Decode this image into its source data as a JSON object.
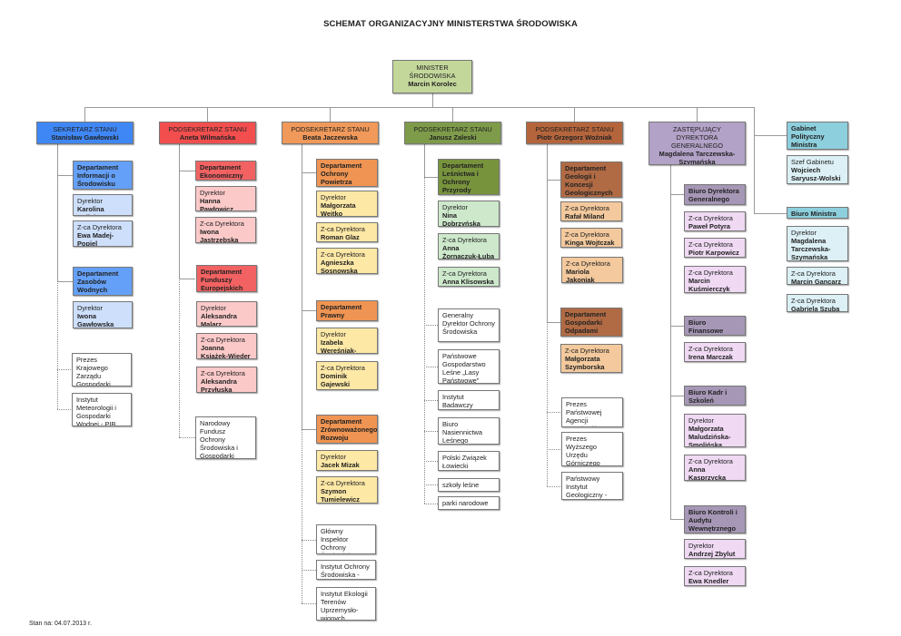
{
  "title": "SCHEMAT ORGANIZACYJNY MINISTERSTWA ŚRODOWISKA",
  "footer": "Stan na: 04.07.2013 r.",
  "colors": {
    "blue": "#3f87f5",
    "red": "#f24e4e",
    "orange": "#f0995a",
    "green": "#7e9b4a",
    "brown": "#b5653c",
    "purple": "#b3a2c7",
    "teal": "#8dcfdc",
    "minister": "#c4d79b"
  },
  "minister": {
    "light": "MINISTER ŚRODOWISKA",
    "bold": "Marcin Korolec"
  },
  "col1": [
    {
      "light": "SEKRETARZ STANU",
      "bold": "Stanisław Gawłowski"
    },
    {
      "bold": "Departament Informacji o Środowisku"
    },
    {
      "light": "Dyrektor",
      "bold": "Karolina Kulicka"
    },
    {
      "light": "Z-ca Dyrektora",
      "bold": "Ewa Madej-Popiel"
    },
    {
      "bold": "Departament Zasobów Wodnych"
    },
    {
      "light": "Dyrektor",
      "bold": "Iwona Gawłowska"
    },
    {
      "light": "Prezes Krajowego Zarządu Gospodarki Wodnej"
    },
    {
      "light": "Instytut Meteorologii i Gospodarki Wodnej - PIB"
    }
  ],
  "col2": [
    {
      "light": "PODSEKRETARZ STANU",
      "bold": "Aneta Wilmańska"
    },
    {
      "bold": "Departament Ekonomiczny"
    },
    {
      "light": "Dyrektor",
      "bold": "Hanna Pawłowicz"
    },
    {
      "light": "Z-ca Dyrektora",
      "bold": "Iwona Jastrzębska"
    },
    {
      "bold": "Departament Funduszy Europejskich"
    },
    {
      "light": "Dyrektor",
      "bold": "Aleksandra Malarz"
    },
    {
      "light": "Z-ca Dyrektora",
      "bold": "Joanna Książek-Wieder"
    },
    {
      "light": "Z-ca Dyrektora",
      "bold": "Aleksandra Przyłuska"
    },
    {
      "light": "Narodowy Fundusz Ochrony Środowiska i Gospodarki Wodnej"
    }
  ],
  "col3": [
    {
      "light": "PODSEKRETARZ STANU",
      "bold": "Beata Jaczewska"
    },
    {
      "bold": "Departament Ochrony Powietrza"
    },
    {
      "light": "Dyrektor",
      "bold": "Małgorzata Wejtko"
    },
    {
      "light": "Z-ca Dyrektora",
      "bold": "Roman Glaz"
    },
    {
      "light": "Z-ca Dyrektora",
      "bold": "Agnieszka Sosnowska"
    },
    {
      "bold": "Departament Prawny"
    },
    {
      "light": "Dyrektor",
      "bold": "Izabela Wereśniak-Masri"
    },
    {
      "light": "Z-ca Dyrektora",
      "bold": "Dominik Gajewski"
    },
    {
      "bold": "Departament Zrównoważonego Rozwoju"
    },
    {
      "light": "Dyrektor",
      "bold": "Jacek Mizak"
    },
    {
      "light": "Z-ca Dyrektora",
      "bold": "Szymon Tumielewicz"
    },
    {
      "light": "Główny Inspektor Ochrony Środowiska"
    },
    {
      "light": "Instytut Ochrony Środowiska - PIB"
    },
    {
      "light": "Instytut Ekologii Terenów Uprzemysło-wionych"
    }
  ],
  "col4": [
    {
      "light": "PODSEKRETARZ STANU",
      "bold": "Janusz Zaleski"
    },
    {
      "bold": "Departament Leśnictwa i Ochrony Przyrody"
    },
    {
      "light": "Dyrektor",
      "bold": "Nina Dobrzyńska"
    },
    {
      "light": "Z-ca Dyrektora",
      "bold": "Anna Żornaczuk-Łuba"
    },
    {
      "light": "Z-ca Dyrektora",
      "bold": "Anna Klisowska"
    },
    {
      "light": "Generalny Dyrektor Ochrony Środowiska"
    },
    {
      "light": "Państwowe Gospodarstwo Leśne „Lasy Państwowe”"
    },
    {
      "light": "Instytut Badawczy Leśnictwa"
    },
    {
      "light": "Biuro Nasiennictwa Leśnego"
    },
    {
      "light": "Polski Związek Łowiecki"
    },
    {
      "light": "szkoły leśne"
    },
    {
      "light": "parki narodowe"
    }
  ],
  "col5": [
    {
      "light": "PODSEKRETARZ STANU",
      "bold": "Piotr Grzegorz Woźniak"
    },
    {
      "bold": "Departament Geologii i Koncesji Geologicznych"
    },
    {
      "light": "Z-ca Dyrektora",
      "bold": "Rafał Miland"
    },
    {
      "light": "Z-ca Dyrektora",
      "bold": "Kinga Wojtczak"
    },
    {
      "light": "Z-ca Dyrektora",
      "bold": "Mariola Jakoniak"
    },
    {
      "bold": "Departament Gospodarki Odpadami"
    },
    {
      "light": "Z-ca Dyrektora",
      "bold": "Małgorzata Szymborska"
    },
    {
      "light": "Prezes Państwowej Agencji Atomistyki"
    },
    {
      "light": "Prezes Wyższego Urzędu Górniczego"
    },
    {
      "light": "Państwowy Instytut Geologiczny - PIB"
    }
  ],
  "col6": [
    {
      "light": "ZASTĘPUJĄCY DYREKTORA GENERALNEGO",
      "bold": "Magdalena Tarczewska-Szymańska"
    },
    {
      "bold": "Biuro Dyrektora Generalnego"
    },
    {
      "light": "Z-ca Dyrektora",
      "bold": "Paweł Potyra"
    },
    {
      "light": "Z-ca Dyrektora",
      "bold": "Piotr Karpowicz"
    },
    {
      "light": "Z-ca Dyrektora",
      "bold": "Marcin Kuśmierczyk"
    },
    {
      "bold": "Biuro Finansowe"
    },
    {
      "light": "Z-ca Dyrektora",
      "bold": "Irena Marczak"
    },
    {
      "bold": "Biuro Kadr i Szkoleń"
    },
    {
      "light": "Dyrektor",
      "bold": "Małgorzata Maludzińska-Smolińska"
    },
    {
      "light": "Z-ca Dyrektora",
      "bold": "Anna Kasprzycka"
    },
    {
      "bold": "Biuro Kontroli i Audytu Wewnętrznego"
    },
    {
      "light": "Dyrektor",
      "bold": "Andrzej Zbylut"
    },
    {
      "light": "Z-ca Dyrektora",
      "bold": "Ewa Knedler"
    }
  ],
  "col7": [
    {
      "bold": "Gabinet Polityczny Ministra"
    },
    {
      "light": "Szef Gabinetu",
      "bold": "Wojciech Saryusz-Wolski"
    },
    {
      "bold": "Biuro Ministra"
    },
    {
      "light": "Dyrektor",
      "bold": "Magdalena Tarczewska-Szymańska"
    },
    {
      "light": "Z-ca Dyrektora",
      "bold": "Marcin Gancarz"
    },
    {
      "light": "Z-ca Dyrektora",
      "bold": "Gabriela Szuba"
    }
  ]
}
